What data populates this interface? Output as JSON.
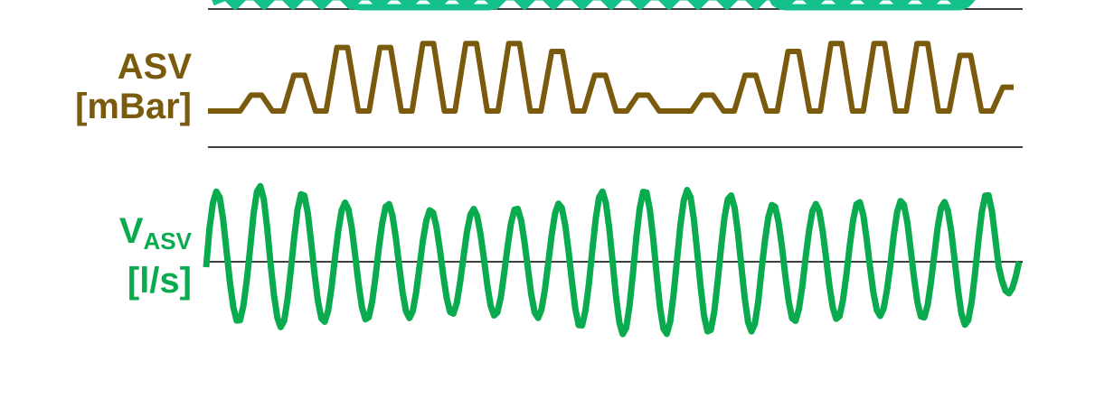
{
  "labels": {
    "asv_name": "ASV",
    "asv_unit": "[mBar]",
    "vasv_name": "V",
    "vasv_sub": "ASV",
    "vasv_unit": "[l/s]"
  },
  "colors": {
    "top_trace": "#14c08c",
    "asv": "#7a5a0c",
    "vasv": "#0aab4f",
    "axis": "#000000"
  },
  "chart_data": [
    {
      "type": "line",
      "panel": "top (cropped)",
      "series": [
        {
          "values": []
        }
      ]
    },
    {
      "type": "line",
      "panel": "ASV",
      "ylabel": "ASV [mBar]",
      "series": [
        {
          "values": [
            0,
            0,
            0,
            0,
            0.4,
            0.4,
            0,
            0,
            0.9,
            0.9,
            0,
            0,
            1.6,
            1.6,
            0,
            0,
            1.6,
            1.6,
            0,
            0,
            1.7,
            1.7,
            0,
            0,
            1.7,
            1.7,
            0,
            0,
            1.7,
            1.7,
            0,
            0,
            1.5,
            1.5,
            0,
            0,
            0.9,
            0.9,
            0,
            0,
            0.4,
            0.4,
            0,
            0,
            0,
            0,
            0.4,
            0.4,
            0,
            0,
            0.9,
            0.9,
            0,
            0,
            1.5,
            1.5,
            0,
            0,
            1.7,
            1.7,
            0,
            0,
            1.7,
            1.7,
            0,
            0,
            1.7,
            1.7,
            0,
            0,
            1.4,
            1.4,
            0,
            0,
            0.6,
            0.6
          ]
        }
      ]
    },
    {
      "type": "line",
      "panel": "VASV",
      "ylabel": "VASV [l/s]",
      "baseline": 0,
      "cycles": 19,
      "series": [
        {
          "peaks": [
            1.0,
            1.08,
            0.98,
            0.84,
            0.83,
            0.74,
            0.75,
            0.77,
            0.83,
            1.0,
            1.02,
            1.02,
            0.95,
            0.82,
            0.82,
            0.86,
            0.87,
            0.85,
            0.97
          ],
          "troughs": [
            -0.86,
            -0.93,
            -0.86,
            -0.83,
            -0.8,
            -0.75,
            -0.77,
            -0.8,
            -0.93,
            -1.03,
            -1.03,
            -1.01,
            -0.99,
            -0.85,
            -0.82,
            -0.77,
            -0.81,
            -0.9,
            -0.45
          ]
        }
      ]
    }
  ]
}
